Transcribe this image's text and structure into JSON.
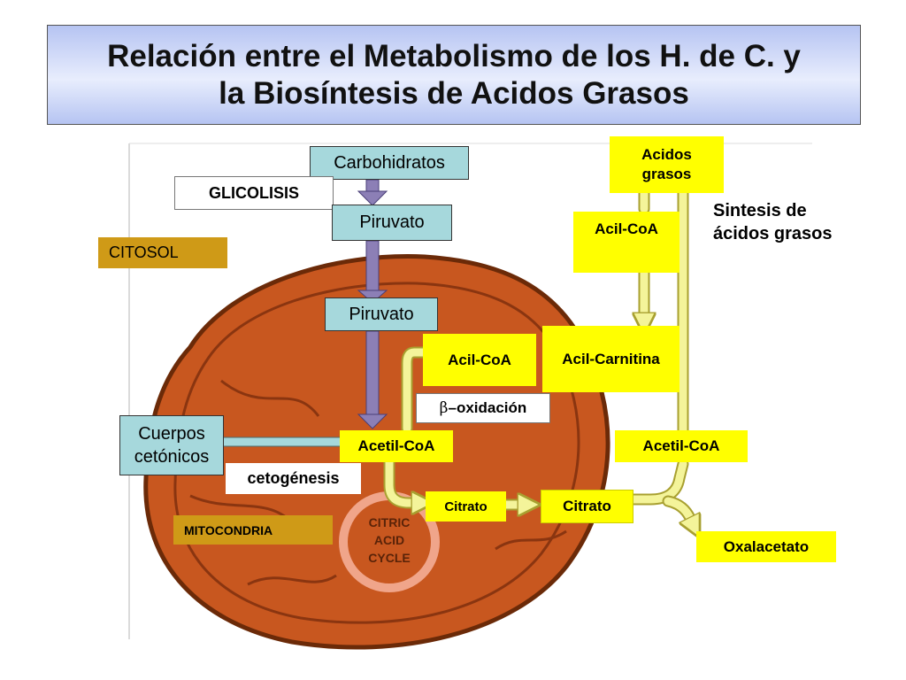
{
  "title": {
    "line1": "Relación entre el Metabolismo de los H. de C. y",
    "line2": "la Biosíntesis de Acidos Grasos"
  },
  "labels": {
    "carbohidratos": "Carbohidratos",
    "glicolisis": "GLICOLISIS",
    "piruvato_citosol": "Piruvato",
    "citosol": "CITOSOL",
    "piruvato_mito": "Piruvato",
    "acidos_grasos": "Acidos grasos",
    "acil_coa_top": "Acil-CoA",
    "sintesis": "Sintesis de ácidos grasos",
    "acil_coa_mito": "Acil-CoA",
    "acil_carnitina": "Acil-Carnitina",
    "beta": "β",
    "oxidacion": "–oxidación",
    "cuerpos_cetonicos": "Cuerpos cetónicos",
    "acetil_coa_mito": "Acetil-CoA",
    "acetil_coa_cyto": "Acetil-CoA",
    "cetogenesis": "cetogénesis",
    "citrato_mito": "Citrato",
    "citrato_cyto": "Citrato",
    "mitocondria": "MITOCONDRIA",
    "oxalacetato": "Oxalacetato",
    "citric_line1": "CITRIC",
    "citric_line2": "ACID",
    "citric_line3": "CYCLE"
  },
  "colors": {
    "title_bg": "#b6c4f2",
    "mitochondrion": "#c8571f",
    "label_teal": "#a6d8dc",
    "label_yellow": "#ffff00",
    "label_gold": "#cf9a17",
    "arrow_purple": "#8c7fb6",
    "arrow_yellow": "#f4f49a"
  }
}
